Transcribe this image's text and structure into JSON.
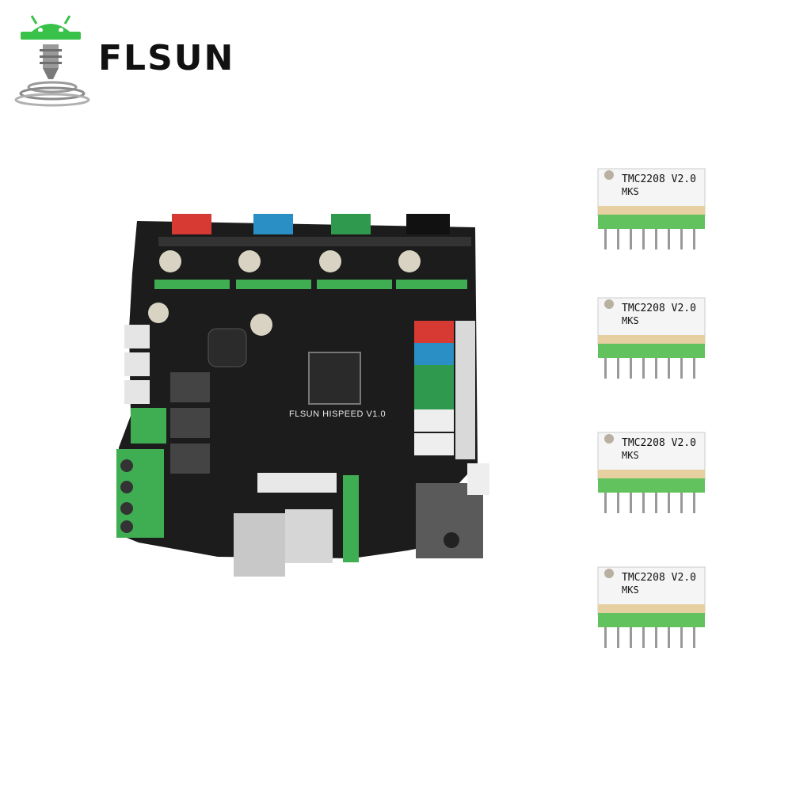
{
  "logo": {
    "brand_text": "FLSUN",
    "mascot_icon": "android-printer-nozzle-icon",
    "colors": {
      "mascot": "#39c24a",
      "brand_dark": "#111111",
      "brand_accent": "#1b2a6b"
    }
  },
  "board": {
    "silkscreen_label": "FLSUN HISPEED V1.0",
    "colors": {
      "pcb": "#1c1c1c",
      "red_conn": "#d63a32",
      "blue_conn": "#2a8fc4",
      "green_conn": "#2f9a4e",
      "black_conn": "#111111",
      "terminal_green": "#3fae52"
    }
  },
  "drivers": [
    {
      "chip": "TMC2208 V2.0",
      "brand": "MKS"
    },
    {
      "chip": "TMC2208 V2.0",
      "brand": "MKS"
    },
    {
      "chip": "TMC2208 V2.0",
      "brand": "MKS"
    },
    {
      "chip": "TMC2208 V2.0",
      "brand": "MKS"
    }
  ]
}
